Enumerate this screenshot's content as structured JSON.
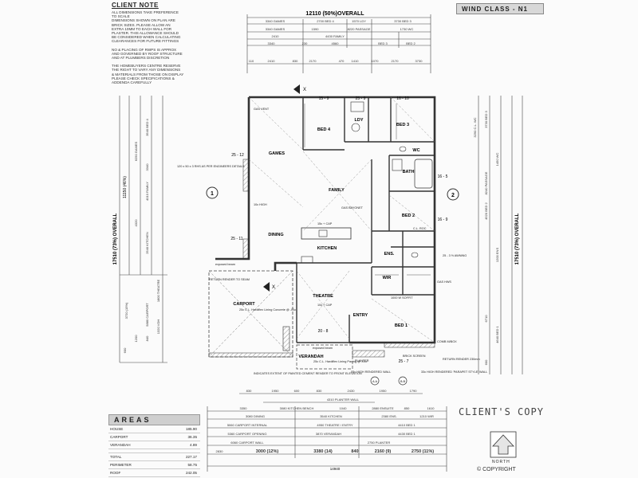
{
  "client_note": {
    "title": "CLIENT NOTE",
    "lines": [
      "ALL DIMENSIONS TAKE PREFERENCE",
      "TO SCALE",
      "DIMENSIONS SHOWN ON PLAN ARE",
      "BRICK SIZES. PLEASE ALLOW AN",
      "EXTRA 10mm TO EACH WALL FOR",
      "PLASTER. THIS ALLOWANCE SHOULD",
      "BE CONSIDERED WHEN CALCULATING",
      "CLEARANCES FOR FUTURE FITTINGS",
      "",
      "No & PLACING OF RWPs IS APPROX",
      "AND GOVERNED BY ROOF STRUCTURE",
      "AND AT PLUMBERS DISCRETION",
      "",
      "THE HOMEBUYERS CENTRE RESERVE",
      "THE RIGHT TO VARY ANY DIMENSIONS",
      "& MATERIALS FROM THOSE ON DISPLAY",
      "PLEASE CHECK SPECIFICATIONS &",
      "ADDENDA CAREFULLY"
    ]
  },
  "wind_class": "WIND CLASS - N1",
  "overall_width": "12110 (50%)OVERALL",
  "overall_depth": "17510 (73%) OVERALL",
  "overall_side": "11150 (46%)",
  "bottom_overall": "14940",
  "top_dims": {
    "row1": [
      "3340 GAMES",
      "2700 BED 4",
      "1570 LDY",
      "3730 BED 3"
    ],
    "row2": [
      "3340 GAMES",
      "1590",
      "8220 PASSAGE",
      "1730 WC"
    ],
    "row3": [
      "2410",
      "4430 FAMILY"
    ],
    "row4": [
      "3340",
      "230",
      "4560",
      "BED 3",
      "BED 2"
    ],
    "row5": [
      "110",
      "2410",
      "830",
      "2170",
      "470",
      "1410",
      "1070",
      "2170",
      "3730"
    ]
  },
  "rooms": [
    {
      "name": "BED 4",
      "size": "15 - 9"
    },
    {
      "name": "LDY",
      "size": "25 - 9"
    },
    {
      "name": "BED 3",
      "size": "16 - 10"
    },
    {
      "name": "GAMES",
      "size": "25 - 12"
    },
    {
      "name": "WC",
      "size": ""
    },
    {
      "name": "BATH",
      "size": "16 - 5"
    },
    {
      "name": "FAMILY",
      "size": ""
    },
    {
      "name": "BED 2",
      "size": "16 - 9"
    },
    {
      "name": "DINING",
      "size": "25 - 11"
    },
    {
      "name": "KITCHEN",
      "size": ""
    },
    {
      "name": "ENS.",
      "size": ""
    },
    {
      "name": "WIR",
      "size": ""
    },
    {
      "name": "THEATRE",
      "size": "20 - 8"
    },
    {
      "name": "ENTRY",
      "size": ""
    },
    {
      "name": "BED 1",
      "size": "25 - 7"
    },
    {
      "name": "CARPORT",
      "size": ""
    },
    {
      "name": "VERANDAH",
      "size": ""
    }
  ],
  "annotations": {
    "gas_vent": "GAS VENT",
    "gas_bayonet": "GAS BAYONET",
    "fridge": "10c HIGH",
    "beam": "120 x 50 x 3 RHS AS PER ENGINEERS DETAILS",
    "bench": "15c + CAP",
    "theatre_cap": "10c + CAP",
    "return_render": "RETURN RENDER TO SEAM",
    "exposed_beam": "exposed beam",
    "carport_note": "25c C.L. Hardiflex Lining Concrete @ -01c",
    "verandah_note": "25c C.L. Hardiflex Lining Paving @ -01c",
    "front_render": "INDICATES EXTENT OF PAINTED CEMENT RENDER TO FRONT ELEVATION",
    "planter": "PLANTER",
    "brick_screen": "BRICK SCREEN",
    "comb_mbox": "COMB M/BOX",
    "return_render2": "RETURN RENDER 230mm",
    "rendered_wall": "05c HIGH RENDERED WALL",
    "parapet": "33c HIGH RENDERED 'PARAPET STYLE' WALL",
    "awning": "25 - 3 ½ AWNING",
    "cl_roc": "C.L. ROC",
    "gas_hws": "GAS HWS",
    "tic": "1000 W SOFFIT",
    "section_marker": "X",
    "grid_left": "1",
    "grid_right": "2",
    "aa": "A-A",
    "bb": "B-B"
  },
  "left_dims": [
    "3540 BED 4",
    "6250 GAMES",
    "3340",
    "4010 FAMILY",
    "4320",
    "2540 KITCHEN",
    "1800 THEATRE",
    "5880 CARPORT",
    "1320 VDH",
    "840",
    "1200",
    "600",
    "3720 (15%)"
  ],
  "right_dims": [
    "3730 BED 3",
    "3290 C.L. WC",
    "8240 PASSAGE",
    "1450 WC",
    "4520 BED 2",
    "1200 ENS",
    "6710",
    "4640 BED 1",
    "600"
  ],
  "bottom_dims": {
    "row1": [
      "830",
      "1950",
      "600",
      "830",
      "2430",
      "1950",
      "1790"
    ],
    "row2": [
      "4310 PLANTER WALL"
    ],
    "row3": [
      "3350",
      "3080 KITCHEN BENCH",
      "1040",
      "2880 ENSUITE",
      "850",
      "1610"
    ],
    "row4": [
      "3080 DINING",
      "3540 KITCHEN",
      "2380 ENS.",
      "1210 WIR"
    ],
    "row5": [
      "5060 CARPORT INTERNAL",
      "4950 THEATRE / ENTRY",
      "4410 BED 1"
    ],
    "row6": [
      "5360 CARPORT OPENING",
      "3870 VERANDAH",
      "4430 BED 1"
    ],
    "row7": [
      "6060 CARPORT WALL",
      "2750 PLANTER"
    ],
    "row8": [
      "2830",
      "3000 (12%)",
      "3380 (14)",
      "840",
      "2160 (9)",
      "2750 (11%)"
    ]
  },
  "areas": {
    "title": "AREAS",
    "rows": [
      {
        "label": "HOUSE",
        "value": "185.90"
      },
      {
        "label": "CARPORT",
        "value": "36.35"
      },
      {
        "label": "VERANDAH",
        "value": "4.89"
      },
      {
        "label": "",
        "value": ""
      },
      {
        "label": "TOTAL",
        "value": "227.17"
      },
      {
        "label": "PERIMETER",
        "value": "58.75"
      },
      {
        "label": "ROOF",
        "value": "242.05"
      }
    ]
  },
  "clients_copy": "CLIENT'S COPY",
  "north": "NORTH",
  "copyright": "© COPYRIGHT"
}
